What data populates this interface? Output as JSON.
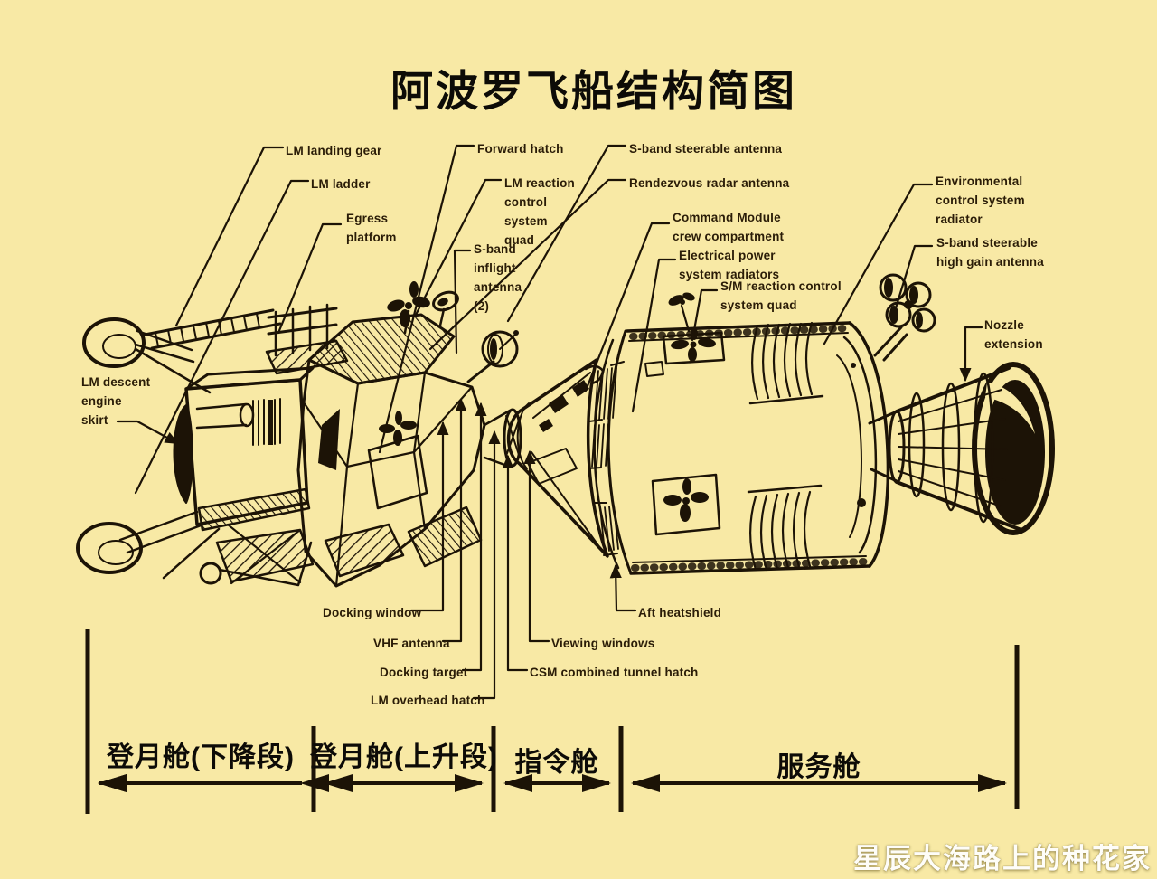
{
  "title": "阿波罗飞船结构简图",
  "watermark": "星辰大海路上的种花家",
  "colors": {
    "background": "#f8e9a5",
    "ink": "#1c1306",
    "label_text": "#2a1c07",
    "title_text": "#0d0b07",
    "watermark_text": "#ffffff"
  },
  "part_labels": [
    {
      "id": "lm-landing-gear",
      "text": "LM landing gear"
    },
    {
      "id": "lm-ladder",
      "text": "LM ladder"
    },
    {
      "id": "egress-platform",
      "text": "Egress\nplatform"
    },
    {
      "id": "forward-hatch",
      "text": "Forward hatch"
    },
    {
      "id": "lm-reaction-control-quad",
      "text": "LM reaction\ncontrol\nsystem\nquad"
    },
    {
      "id": "s-band-inflight-antenna",
      "text": "S-band\ninflight\nantenna\n(2)"
    },
    {
      "id": "s-band-steerable-antenna",
      "text": "S-band steerable antenna"
    },
    {
      "id": "rendezvous-radar-antenna",
      "text": "Rendezvous radar antenna"
    },
    {
      "id": "command-module-crew-compartment",
      "text": "Command Module\ncrew compartment"
    },
    {
      "id": "electrical-power-system-radiators",
      "text": "Electrical power\nsystem radiators"
    },
    {
      "id": "sm-reaction-control-quad",
      "text": "S/M reaction control\nsystem quad"
    },
    {
      "id": "environmental-control-system-radiator",
      "text": "Environmental\ncontrol system\nradiator"
    },
    {
      "id": "s-band-high-gain-antenna",
      "text": "S-band steerable\nhigh gain antenna"
    },
    {
      "id": "nozzle-extension",
      "text": "Nozzle\nextension"
    },
    {
      "id": "lm-descent-engine-skirt",
      "text": "LM descent\nengine\nskirt"
    },
    {
      "id": "docking-window",
      "text": "Docking window"
    },
    {
      "id": "vhf-antenna",
      "text": "VHF antenna"
    },
    {
      "id": "docking-target",
      "text": "Docking target"
    },
    {
      "id": "lm-overhead-hatch",
      "text": "LM overhead hatch"
    },
    {
      "id": "viewing-windows",
      "text": "Viewing windows"
    },
    {
      "id": "csm-combined-tunnel-hatch",
      "text": "CSM combined tunnel hatch"
    },
    {
      "id": "aft-heatshield",
      "text": "Aft heatshield"
    }
  ],
  "scale_sections": [
    {
      "label": "登月舱(下降段)"
    },
    {
      "label": "登月舱(上升段)"
    },
    {
      "label": "指令舱"
    },
    {
      "label": "服务舱"
    }
  ]
}
